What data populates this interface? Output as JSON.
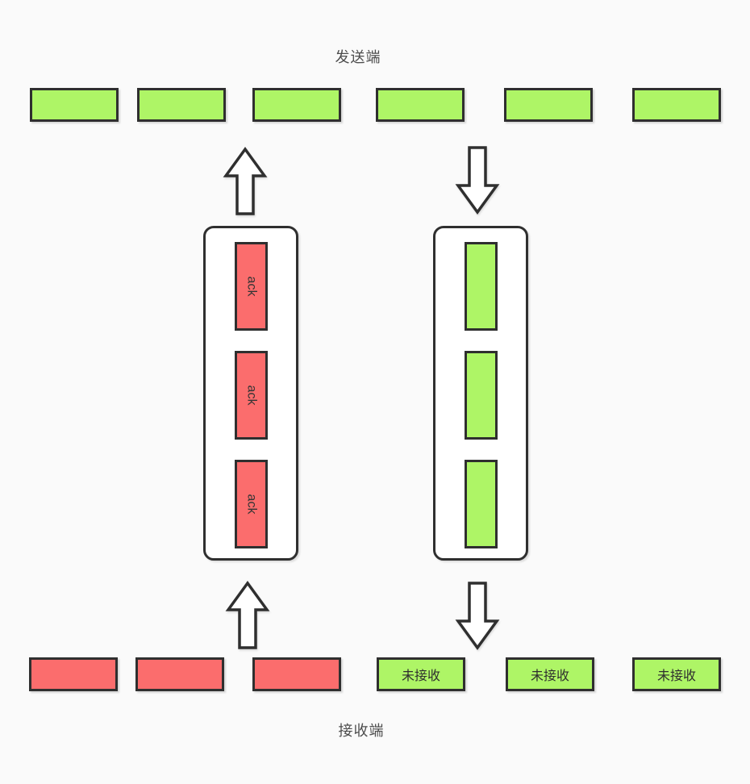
{
  "diagram": {
    "title_top": "发送端",
    "title_bottom": "接收端"
  },
  "sender_row": {
    "packets": [
      {
        "color": "green"
      },
      {
        "color": "green"
      },
      {
        "color": "green"
      },
      {
        "color": "green"
      },
      {
        "color": "green"
      },
      {
        "color": "green"
      }
    ]
  },
  "ack_channel": {
    "packets": [
      {
        "label": "ack",
        "color": "red"
      },
      {
        "label": "ack",
        "color": "red"
      },
      {
        "label": "ack",
        "color": "red"
      }
    ]
  },
  "data_channel": {
    "packets": [
      {
        "color": "green"
      },
      {
        "color": "green"
      },
      {
        "color": "green"
      }
    ]
  },
  "receiver_row": {
    "received_packets": [
      {
        "color": "red"
      },
      {
        "color": "red"
      },
      {
        "color": "red"
      }
    ],
    "unreceived_packets": [
      {
        "label": "未接收",
        "color": "green"
      },
      {
        "label": "未接收",
        "color": "green"
      },
      {
        "label": "未接收",
        "color": "green"
      }
    ]
  },
  "icons": {
    "up_arrow": "up-arrow-icon",
    "down_arrow": "down-arrow-icon"
  },
  "colors": {
    "background": "#fafafa",
    "green": "#aef566",
    "red": "#fb6d6d",
    "outline": "#2f2f2f",
    "panel": "#ffffff",
    "label-text": "#4c4c4c"
  }
}
